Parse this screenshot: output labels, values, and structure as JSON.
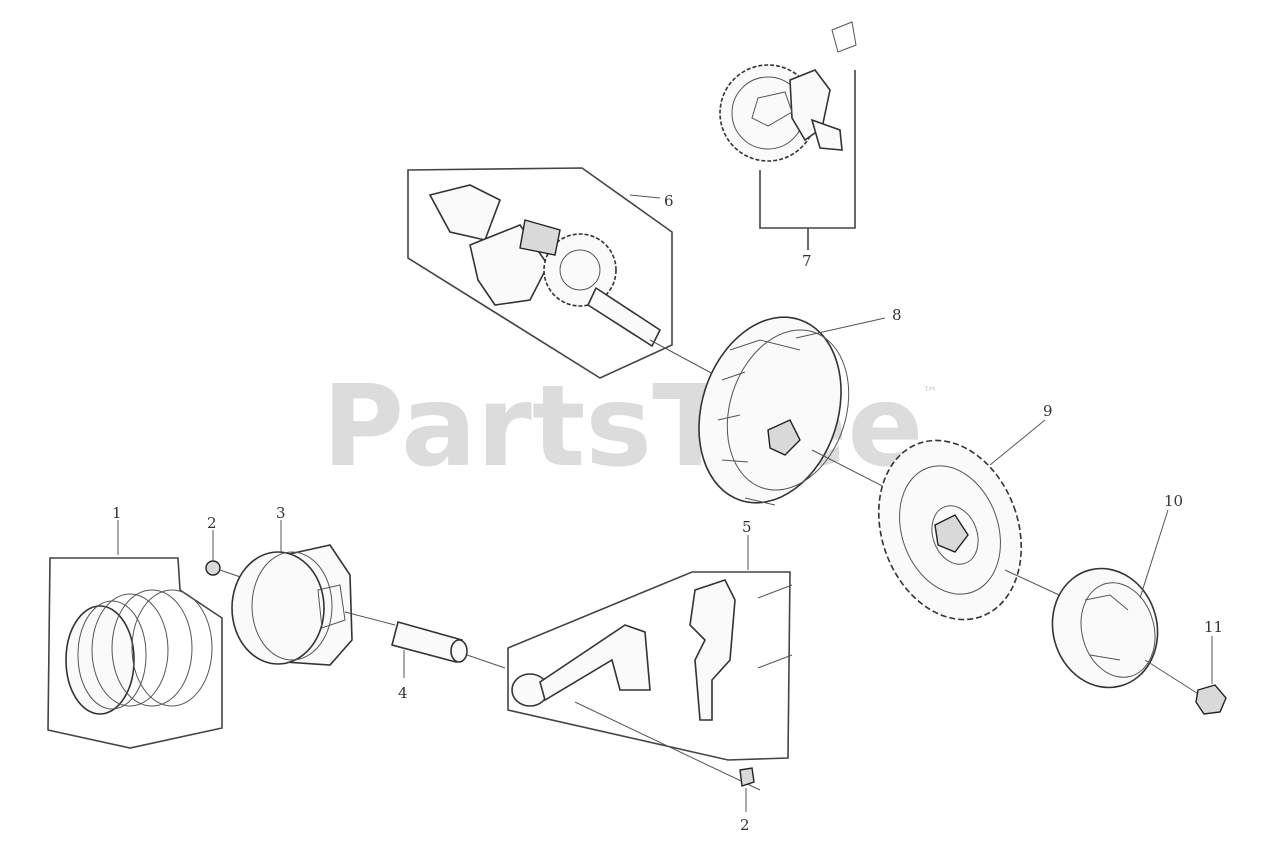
{
  "watermark": {
    "brand": "PartsTree",
    "trademark": "™"
  },
  "callouts": {
    "c1": "1",
    "c2a": "2",
    "c2b": "2",
    "c3": "3",
    "c4": "4",
    "c5": "5",
    "c6": "6",
    "c7": "7",
    "c8": "8",
    "c9": "9",
    "c10": "10",
    "c11": "11"
  }
}
